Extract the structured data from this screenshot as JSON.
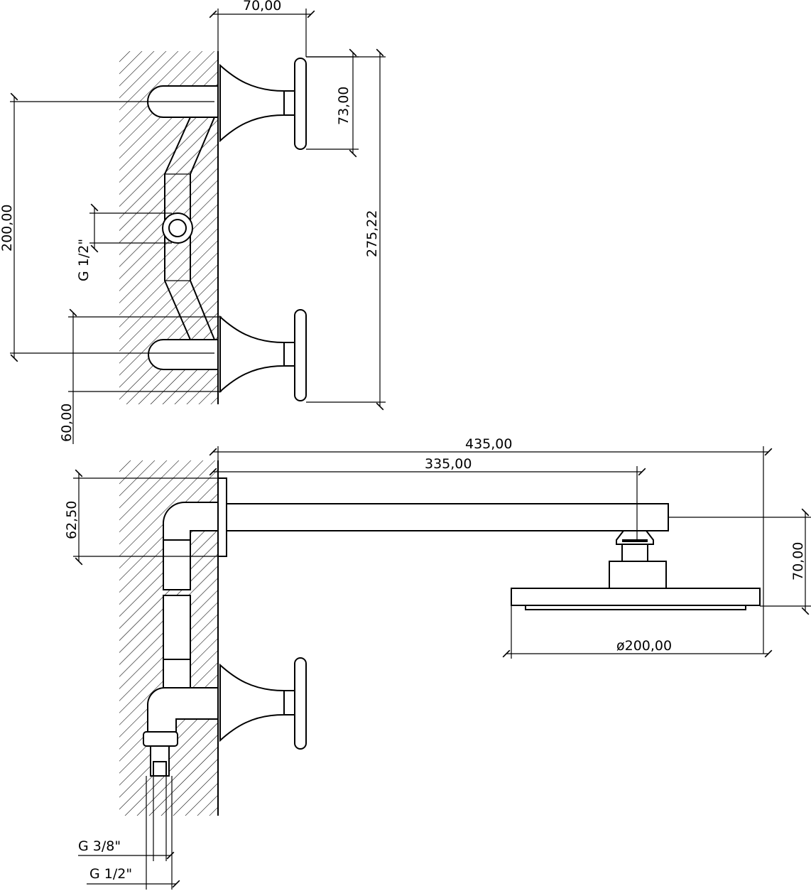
{
  "dimensions": {
    "top_width": "70,00",
    "handle_height": "73,00",
    "total_height": "275,22",
    "valve_spacing": "200,00",
    "inlet_thread_top": "G 1/2\"",
    "bottom_offset": "60,00",
    "arm_total": "435,00",
    "arm_length": "335,00",
    "arm_height": "62,50",
    "head_height": "70,00",
    "head_diameter": "ø200,00",
    "thread_small": "G 3/8\"",
    "thread_large": "G 1/2\""
  }
}
